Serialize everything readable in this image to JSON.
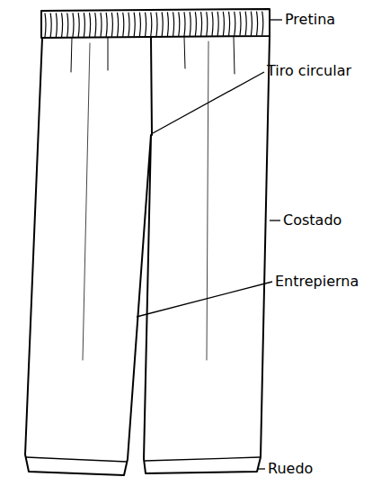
{
  "diagram": {
    "labels": [
      "Pretina",
      "Tiro circular",
      "Costado",
      "Entrepierna",
      "Ruedo"
    ]
  }
}
